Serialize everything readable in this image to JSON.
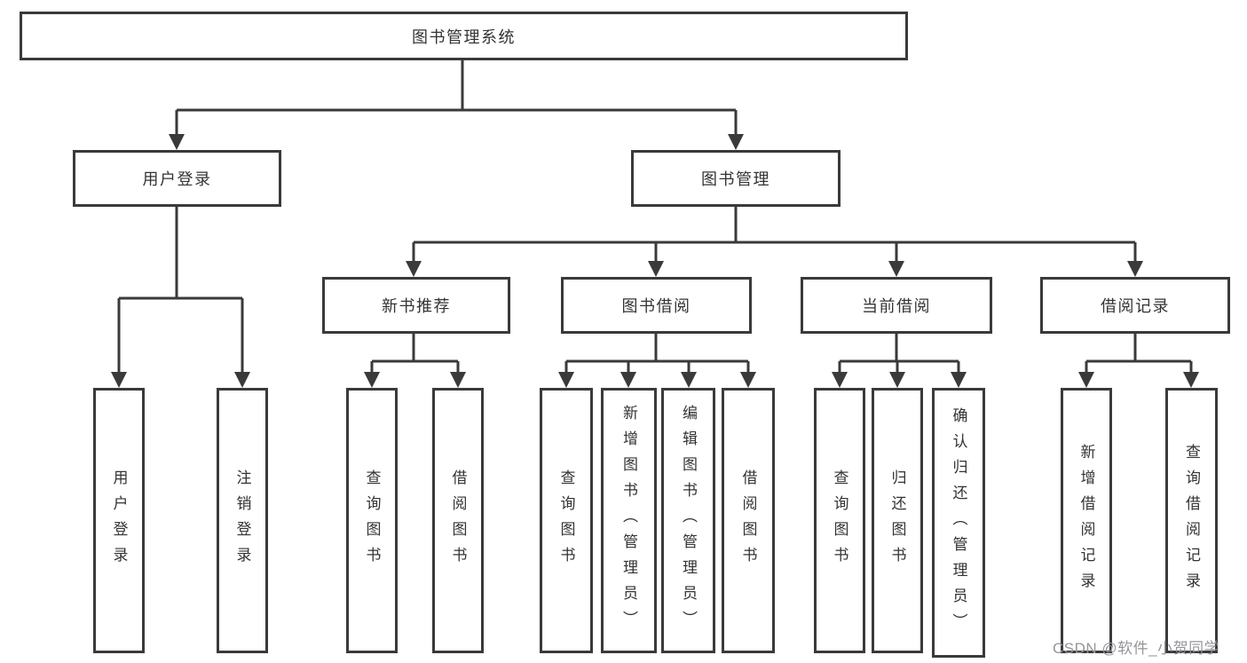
{
  "colors": {
    "line": "#3a3a3c",
    "box_border": "#3a3a3c",
    "text": "#333333",
    "watermark": "#95959a",
    "background": "#ffffff"
  },
  "diagram": {
    "root": {
      "label": "图书管理系统"
    },
    "branches": [
      {
        "label": "用户登录",
        "children": [
          {
            "label": "用户登录"
          },
          {
            "label": "注销登录"
          }
        ]
      },
      {
        "label": "图书管理",
        "children": [
          {
            "label": "新书推荐",
            "children": [
              {
                "label": "查询图书"
              },
              {
                "label": "借阅图书"
              }
            ]
          },
          {
            "label": "图书借阅",
            "children": [
              {
                "label": "查询图书"
              },
              {
                "label": "新增图书（管理员）"
              },
              {
                "label": "编辑图书（管理员）"
              },
              {
                "label": "借阅图书"
              }
            ]
          },
          {
            "label": "当前借阅",
            "children": [
              {
                "label": "查询图书"
              },
              {
                "label": "归还图书"
              },
              {
                "label": "确认归还（管理员）"
              }
            ]
          },
          {
            "label": "借阅记录",
            "children": [
              {
                "label": "新增借阅记录"
              },
              {
                "label": "查询借阅记录"
              }
            ]
          }
        ]
      }
    ]
  },
  "watermark": {
    "text": "CSDN @软件_小贺同学"
  }
}
